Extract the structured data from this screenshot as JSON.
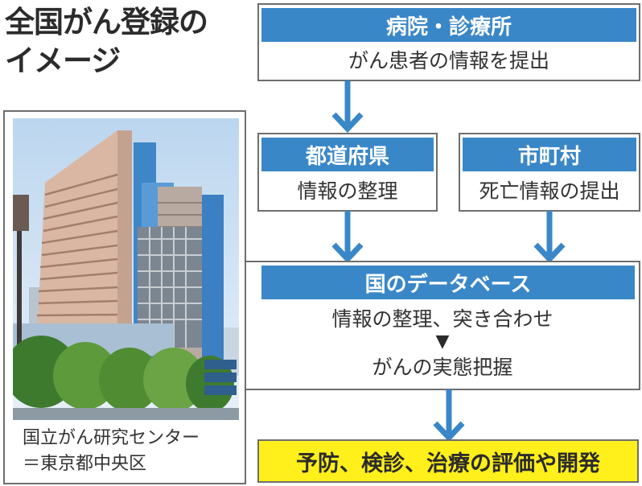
{
  "title": {
    "line1": "全国がん登録の",
    "line2": "イメージ"
  },
  "colors": {
    "header_blue": "#3a87c8",
    "arrow_blue": "#3a87c8",
    "result_yellow": "#ffef1a",
    "border_gray": "#6e6e6e"
  },
  "nodes": {
    "hospital": {
      "header": "病院・診療所",
      "description": "がん患者の情報を提出"
    },
    "prefecture": {
      "header": "都道府県",
      "description": "情報の整理"
    },
    "municipality": {
      "header": "市町村",
      "description": "死亡情報の提出"
    },
    "national_db": {
      "header": "国のデータベース",
      "step1": "情報の整理、突き合わせ",
      "step_arrow": "▼",
      "step2": "がんの実態把握"
    },
    "result": {
      "label": "予防、検診、治療の評価や開発"
    }
  },
  "photo": {
    "caption_line1": "国立がん研究センター",
    "caption_line2": "＝東京都中央区"
  },
  "edges": [
    {
      "from": "hospital",
      "to": "prefecture"
    },
    {
      "from": "prefecture",
      "to": "national_db"
    },
    {
      "from": "municipality",
      "to": "national_db"
    },
    {
      "from": "national_db",
      "to": "result"
    }
  ]
}
